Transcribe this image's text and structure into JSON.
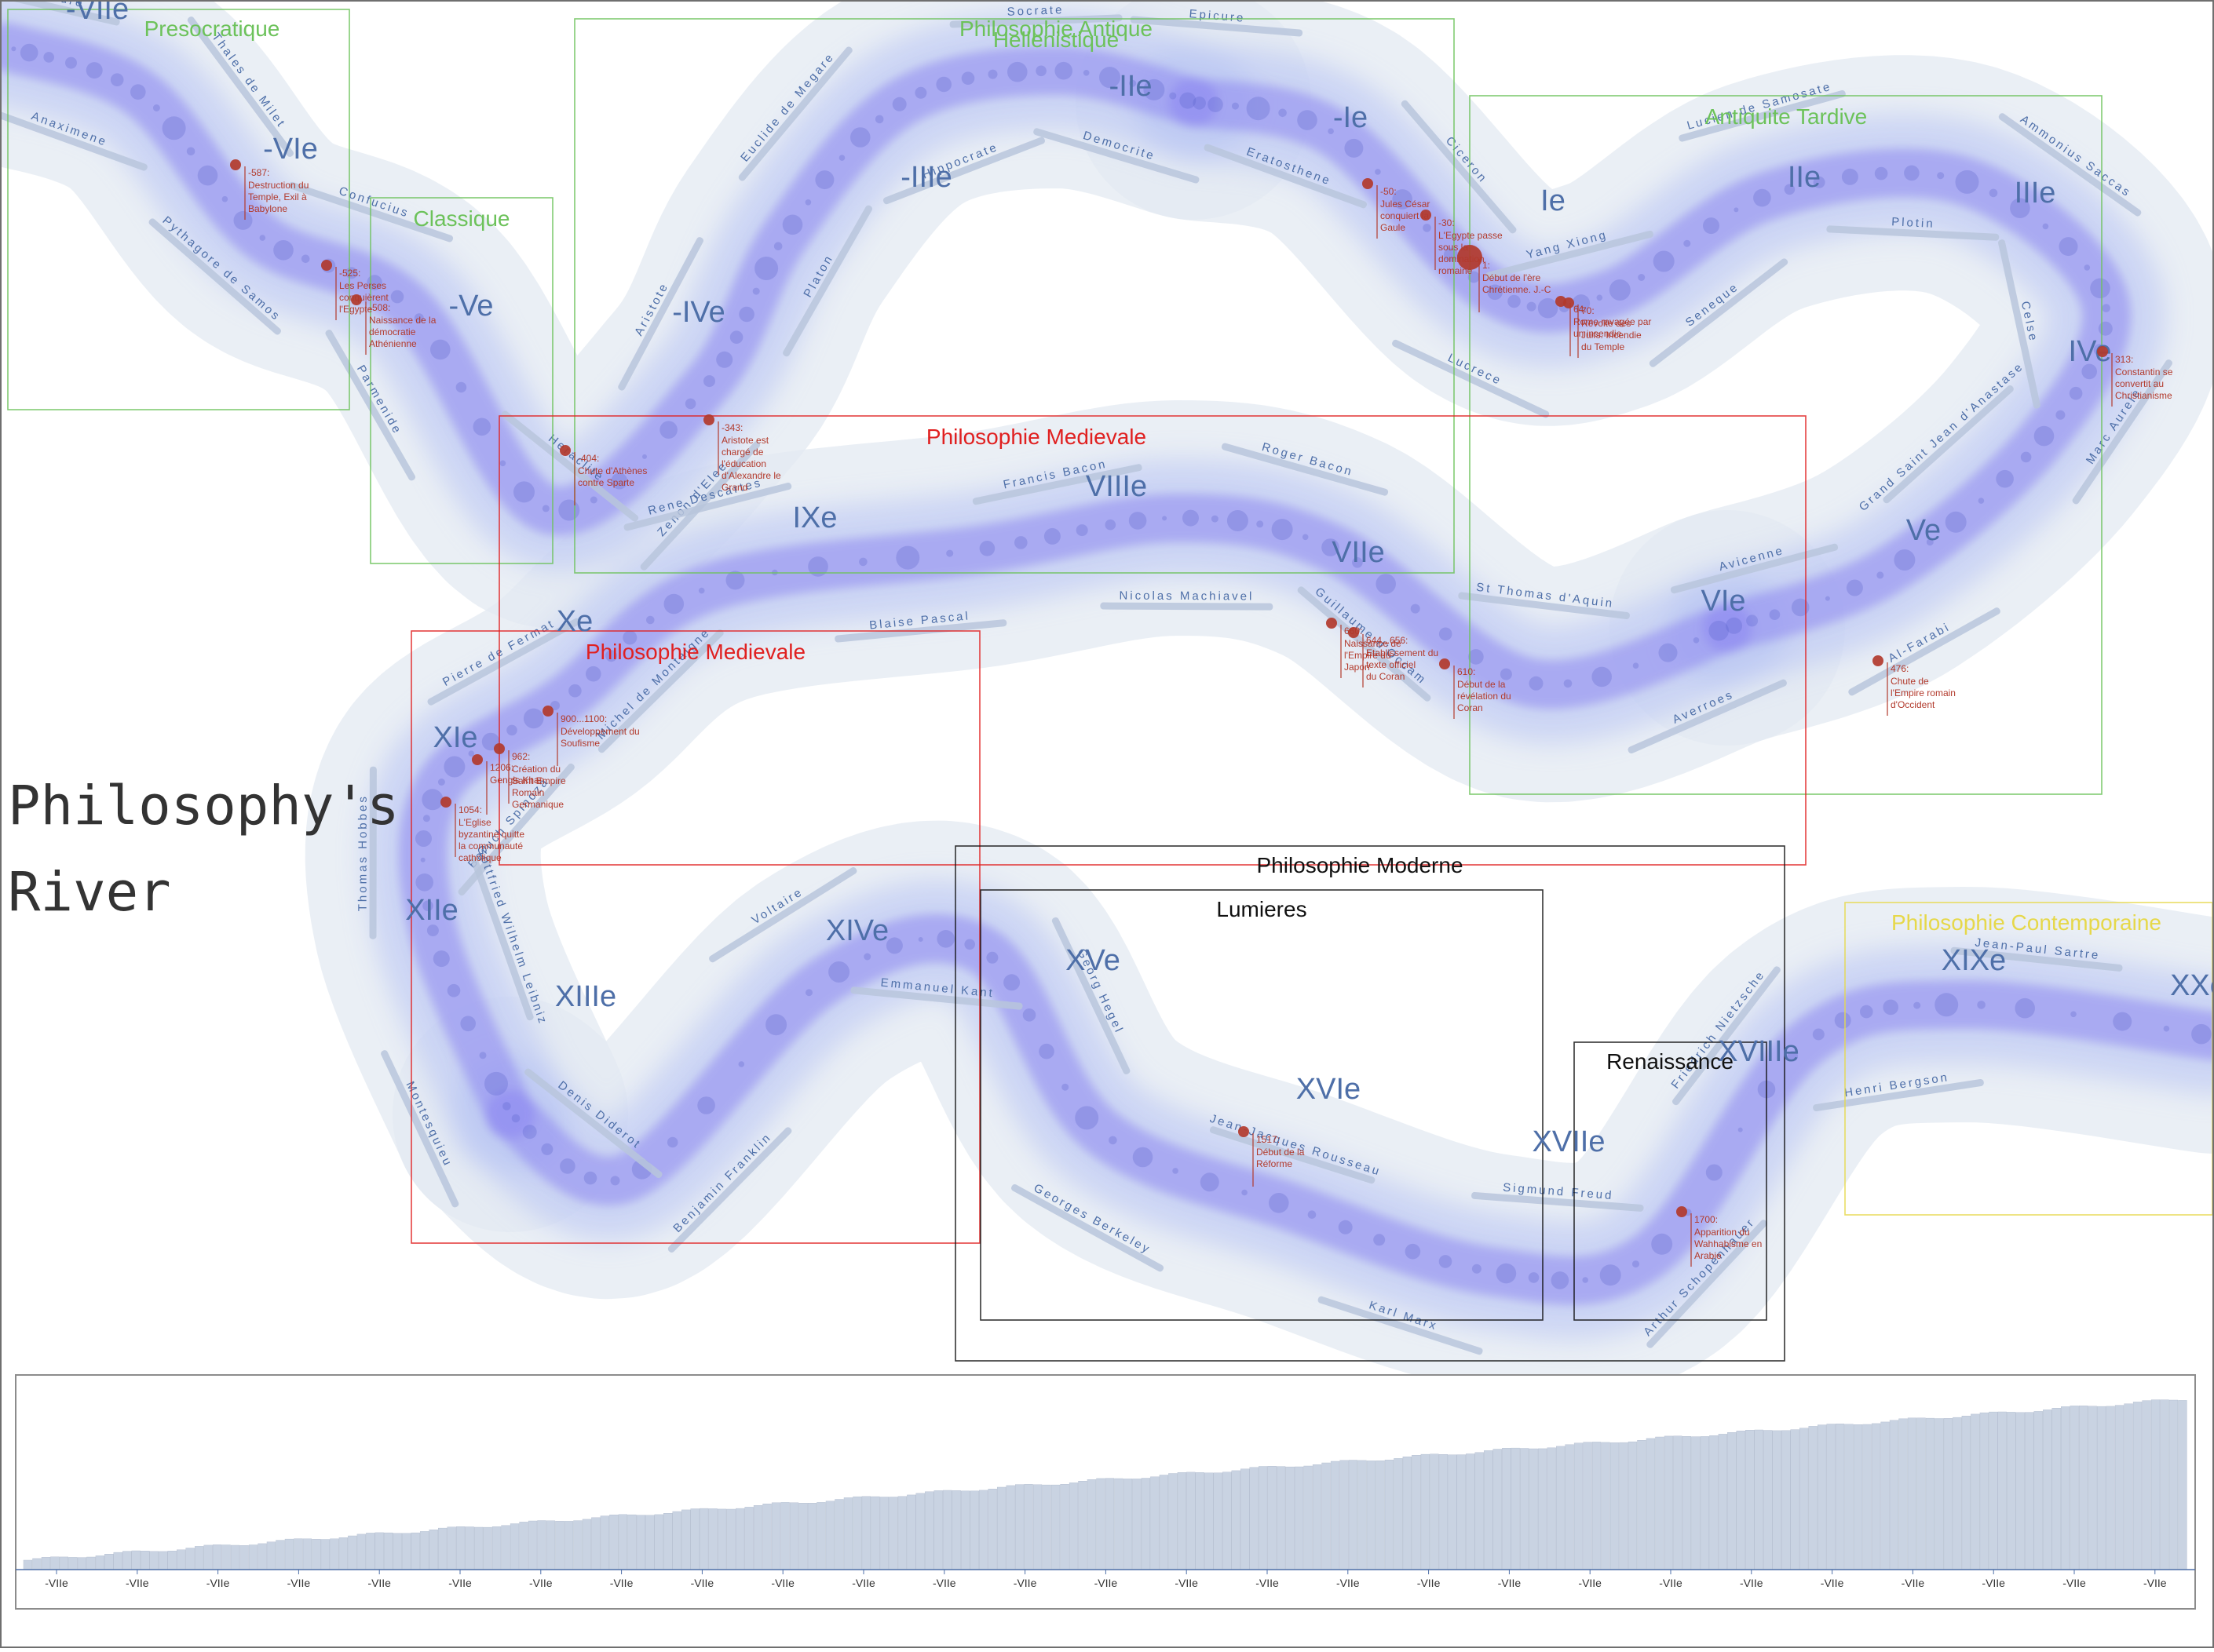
{
  "app": {
    "title": "Philosophy's River"
  },
  "colors": {
    "band": "#e3e9f2",
    "river": "#8c86f0",
    "century": "#4e6fa8",
    "event": "#b23a2c",
    "antique": "#6cc25a",
    "medieval": "#e02020",
    "modern": "#111111",
    "contemporary": "#e6d84a",
    "histogram": "#c9d3e2"
  },
  "centuries": [
    "-VIIe",
    "-VIe",
    "-Ve",
    "-IVe",
    "-IIIe",
    "-IIe",
    "-Ie",
    "Ie",
    "IIe",
    "IIIe",
    "IVe",
    "Ve",
    "VIe",
    "VIIe",
    "VIIIe",
    "IXe",
    "Xe",
    "XIe",
    "XIIe",
    "XIIIe",
    "XIVe",
    "XVe",
    "XVIe",
    "XVIIe",
    "XVIIIe",
    "XIXe",
    "XXe"
  ],
  "periods": [
    {
      "id": "presocratique",
      "label": "Presocratique",
      "style": "antique"
    },
    {
      "id": "classique",
      "label": "Classique",
      "style": "antique"
    },
    {
      "id": "antique",
      "label": "Philosophie Antique",
      "style": "antique"
    },
    {
      "id": "hellenistique",
      "label": "Hellenistique",
      "style": "antique"
    },
    {
      "id": "tardive",
      "label": "Antiquite Tardive",
      "style": "antique"
    },
    {
      "id": "medievale1",
      "label": "Philosophie Medievale",
      "style": "medieval"
    },
    {
      "id": "medievale2",
      "label": "Philosophie Medievale",
      "style": "medieval"
    },
    {
      "id": "moderne",
      "label": "Philosophie Moderne",
      "style": "modern"
    },
    {
      "id": "lumieres",
      "label": "Lumieres",
      "style": "modern"
    },
    {
      "id": "renaissance",
      "label": "Renaissance",
      "style": "modern"
    },
    {
      "id": "contemporaine",
      "label": "Philosophie Contemporaine",
      "style": "contemporary"
    }
  ],
  "philosophers": [
    "Anaximandre",
    "Anaximene",
    "Thales de Milet",
    "Pythagore de Samos",
    "Confucius",
    "Parmenide",
    "Heraclite",
    "Zenon d'Elee",
    "Aristote",
    "Platon",
    "Euclide de Megare",
    "Hippocrate",
    "Socrate",
    "Democrite",
    "Epicure",
    "Eratosthene",
    "Ciceron",
    "Lucrece",
    "Yang Xiong",
    "Seneque",
    "Lucien de Samosate",
    "Plotin",
    "Ammonius Saccas",
    "Celse",
    "Marc Aurele",
    "Grand Saint Jean d'Anastase",
    "Al-Farabi",
    "Avicenne",
    "Averroes",
    "St Thomas d'Aquin",
    "Guillaume d'Occam",
    "Roger Bacon",
    "Nicolas Machiavel",
    "Francis Bacon",
    "Blaise Pascal",
    "Rene Descartes",
    "Michel de Montaigne",
    "Pierre de Fermat",
    "Baruch Spinoza",
    "Thomas Hobbes",
    "Gottfried Wilhelm Leibniz",
    "Montesquieu",
    "Denis Diderot",
    "Benjamin Franklin",
    "Voltaire",
    "Emmanuel Kant",
    "Georg Hegel",
    "Georges Berkeley",
    "Jean-Jacques Rousseau",
    "Karl Marx",
    "Sigmund Freud",
    "Arthur Schopenhauer",
    "Friedrich Nietzsche",
    "Henri Bergson",
    "Jean-Paul Sartre"
  ],
  "events": [
    {
      "date": "-587:",
      "text": "Destruction du Temple, Exil à Babylone"
    },
    {
      "date": "-525:",
      "text": "Les Perses conquièrent l'Egypte"
    },
    {
      "date": "-508:",
      "text": "Naissance de la démocratie Athénienne"
    },
    {
      "date": "-404:",
      "text": "Chute d'Athènes contre Sparte"
    },
    {
      "date": "-343:",
      "text": "Aristote est chargé de l'éducation d'Alexandre le Grand"
    },
    {
      "date": "-50:",
      "text": "Jules César conquiert la Gaule"
    },
    {
      "date": "-30:",
      "text": "L'Egypte passe sous la domination romaine"
    },
    {
      "date": "1:",
      "text": "Début de l'ère Chrétienne. J.-C"
    },
    {
      "date": "70:",
      "text": "Révolte des Juifs. Incendie du Temple"
    },
    {
      "date": "64:",
      "text": "Rome ravagée par un incendie"
    },
    {
      "date": "313:",
      "text": "Constantin se convertit au Christianisme"
    },
    {
      "date": "476:",
      "text": "Chute de l'Empire romain d'Occident"
    },
    {
      "date": "610:",
      "text": "Début de la révélation du Coran"
    },
    {
      "date": "644...656:",
      "text": "Etablissement du texte officiel du Coran"
    },
    {
      "date": "660:",
      "text": "Naissance de l'Empire du Japon"
    },
    {
      "date": "900...1100:",
      "text": "Développement du Soufisme"
    },
    {
      "date": "962:",
      "text": "Création du Saint Empire Romain Germanique"
    },
    {
      "date": "1054:",
      "text": "L'Eglise byzantine quitte la communauté catholique"
    },
    {
      "date": "1206:",
      "text": "Gengis Khan"
    },
    {
      "date": "1517:",
      "text": "Début de la Réforme"
    },
    {
      "date": "1700:",
      "text": "Apparition du Wahhabisme en Arabie"
    }
  ],
  "timeline": {
    "tick_label": "-VIIe",
    "tick_count": 27
  }
}
